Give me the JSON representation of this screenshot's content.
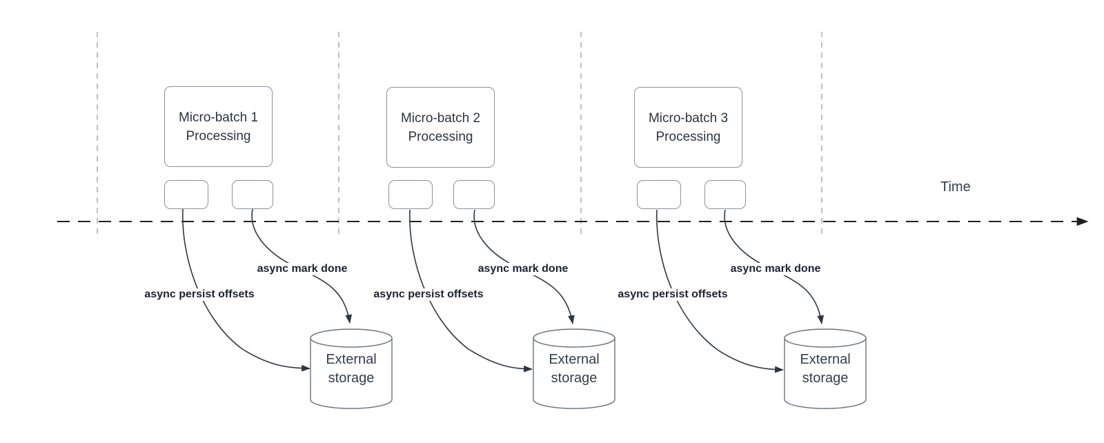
{
  "time_axis_label": "Time",
  "batches": [
    {
      "name": "Micro-batch 1",
      "subtitle": "Processing",
      "persist_arrow_label": "async persist offsets",
      "done_arrow_label": "async mark done",
      "storage_line1": "External",
      "storage_line2": "storage",
      "storage_shape": "database-cylinder"
    },
    {
      "name": "Micro-batch 2",
      "subtitle": "Processing",
      "persist_arrow_label": "async persist offsets",
      "done_arrow_label": "async mark done",
      "storage_line1": "External",
      "storage_line2": "storage",
      "storage_shape": "database-cylinder"
    },
    {
      "name": "Micro-batch 3",
      "subtitle": "Processing",
      "persist_arrow_label": "async persist offsets",
      "done_arrow_label": "async mark done",
      "storage_line1": "External",
      "storage_line2": "storage",
      "storage_shape": "database-cylinder"
    }
  ],
  "colors": {
    "background": "#ffffff",
    "node_border": "#8b9199",
    "cylinder_border": "#6a727c",
    "node_text": "#2d3540",
    "edge_stroke": "#2f3640",
    "edge_label_text": "#1c222e",
    "timeline_stroke": "#1f1f1f",
    "boundary_line": "#b1b6bc"
  }
}
